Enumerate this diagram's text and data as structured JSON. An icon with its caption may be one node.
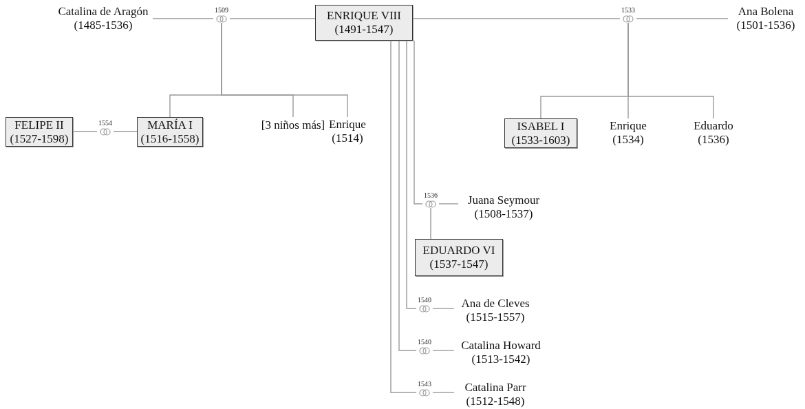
{
  "diagram": {
    "nodes": [
      {
        "text": [
          "Catalina de Aragón",
          "(1485-1536)"
        ]
      },
      {
        "text": [
          "ENRIQUE VIII",
          "(1491-1547)"
        ]
      },
      {
        "text": [
          "Ana Bolena",
          "(1501-1536)"
        ]
      },
      {
        "text": [
          "1509"
        ]
      },
      {
        "text": [
          "1533"
        ]
      },
      {
        "text": [
          "FELIPE II",
          "(1527-1598)"
        ]
      },
      {
        "text": [
          "1554"
        ]
      },
      {
        "text": [
          "MARÍA I",
          "(1516-1558)"
        ]
      },
      {
        "text": [
          "[3 niños más]"
        ]
      },
      {
        "text": [
          "Enrique",
          "(1514)"
        ]
      },
      {
        "text": [
          "ISABEL I",
          "(1533-1603)"
        ]
      },
      {
        "text": [
          "Enrique",
          "(1534)"
        ]
      },
      {
        "text": [
          "Eduardo",
          "(1536)"
        ]
      },
      {
        "text": [
          "1536"
        ]
      },
      {
        "text": [
          "Juana Seymour",
          "(1508-1537)"
        ]
      },
      {
        "text": [
          "EDUARDO VI",
          "(1537-1547)"
        ]
      },
      {
        "text": [
          "1540"
        ]
      },
      {
        "text": [
          "Ana de Cleves",
          "(1515-1557)"
        ]
      },
      {
        "text": [
          "1540"
        ]
      },
      {
        "text": [
          "Catalina Howard",
          "(1513-1542)"
        ]
      },
      {
        "text": [
          "1543"
        ]
      },
      {
        "text": [
          "Catalina Parr",
          "(1512-1548)"
        ]
      }
    ],
    "edges": [
      {
        "from": 0,
        "to": 3,
        "arrow": "none"
      },
      {
        "from": 3,
        "to": 1,
        "arrow": "none"
      },
      {
        "from": 1,
        "to": 4,
        "arrow": "none"
      },
      {
        "from": 4,
        "to": 2,
        "arrow": "none"
      },
      {
        "from": 3,
        "to": 7,
        "arrow": "none"
      },
      {
        "from": 3,
        "to": 8,
        "arrow": "none"
      },
      {
        "from": 3,
        "to": 9,
        "arrow": "none"
      },
      {
        "from": 4,
        "to": 10,
        "arrow": "none"
      },
      {
        "from": 4,
        "to": 11,
        "arrow": "none"
      },
      {
        "from": 4,
        "to": 12,
        "arrow": "none"
      },
      {
        "from": 5,
        "to": 6,
        "arrow": "none"
      },
      {
        "from": 6,
        "to": 7,
        "arrow": "none"
      },
      {
        "from": 1,
        "to": 13,
        "arrow": "none"
      },
      {
        "from": 13,
        "to": 14,
        "arrow": "none"
      },
      {
        "from": 13,
        "to": 15,
        "arrow": "none"
      },
      {
        "from": 1,
        "to": 16,
        "arrow": "none"
      },
      {
        "from": 16,
        "to": 17,
        "arrow": "none"
      },
      {
        "from": 1,
        "to": 18,
        "arrow": "none"
      },
      {
        "from": 18,
        "to": 19,
        "arrow": "none"
      },
      {
        "from": 1,
        "to": 20,
        "arrow": "none"
      },
      {
        "from": 20,
        "to": 21,
        "arrow": "none"
      }
    ]
  }
}
